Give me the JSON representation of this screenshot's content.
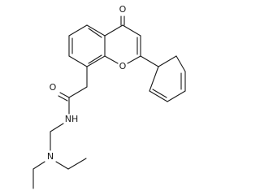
{
  "structure": {
    "atom_labels": {
      "carbonyl_o": "O",
      "ring_o": "O",
      "amide_o": "O",
      "amide_n": "NH",
      "amine_n": "N"
    }
  }
}
